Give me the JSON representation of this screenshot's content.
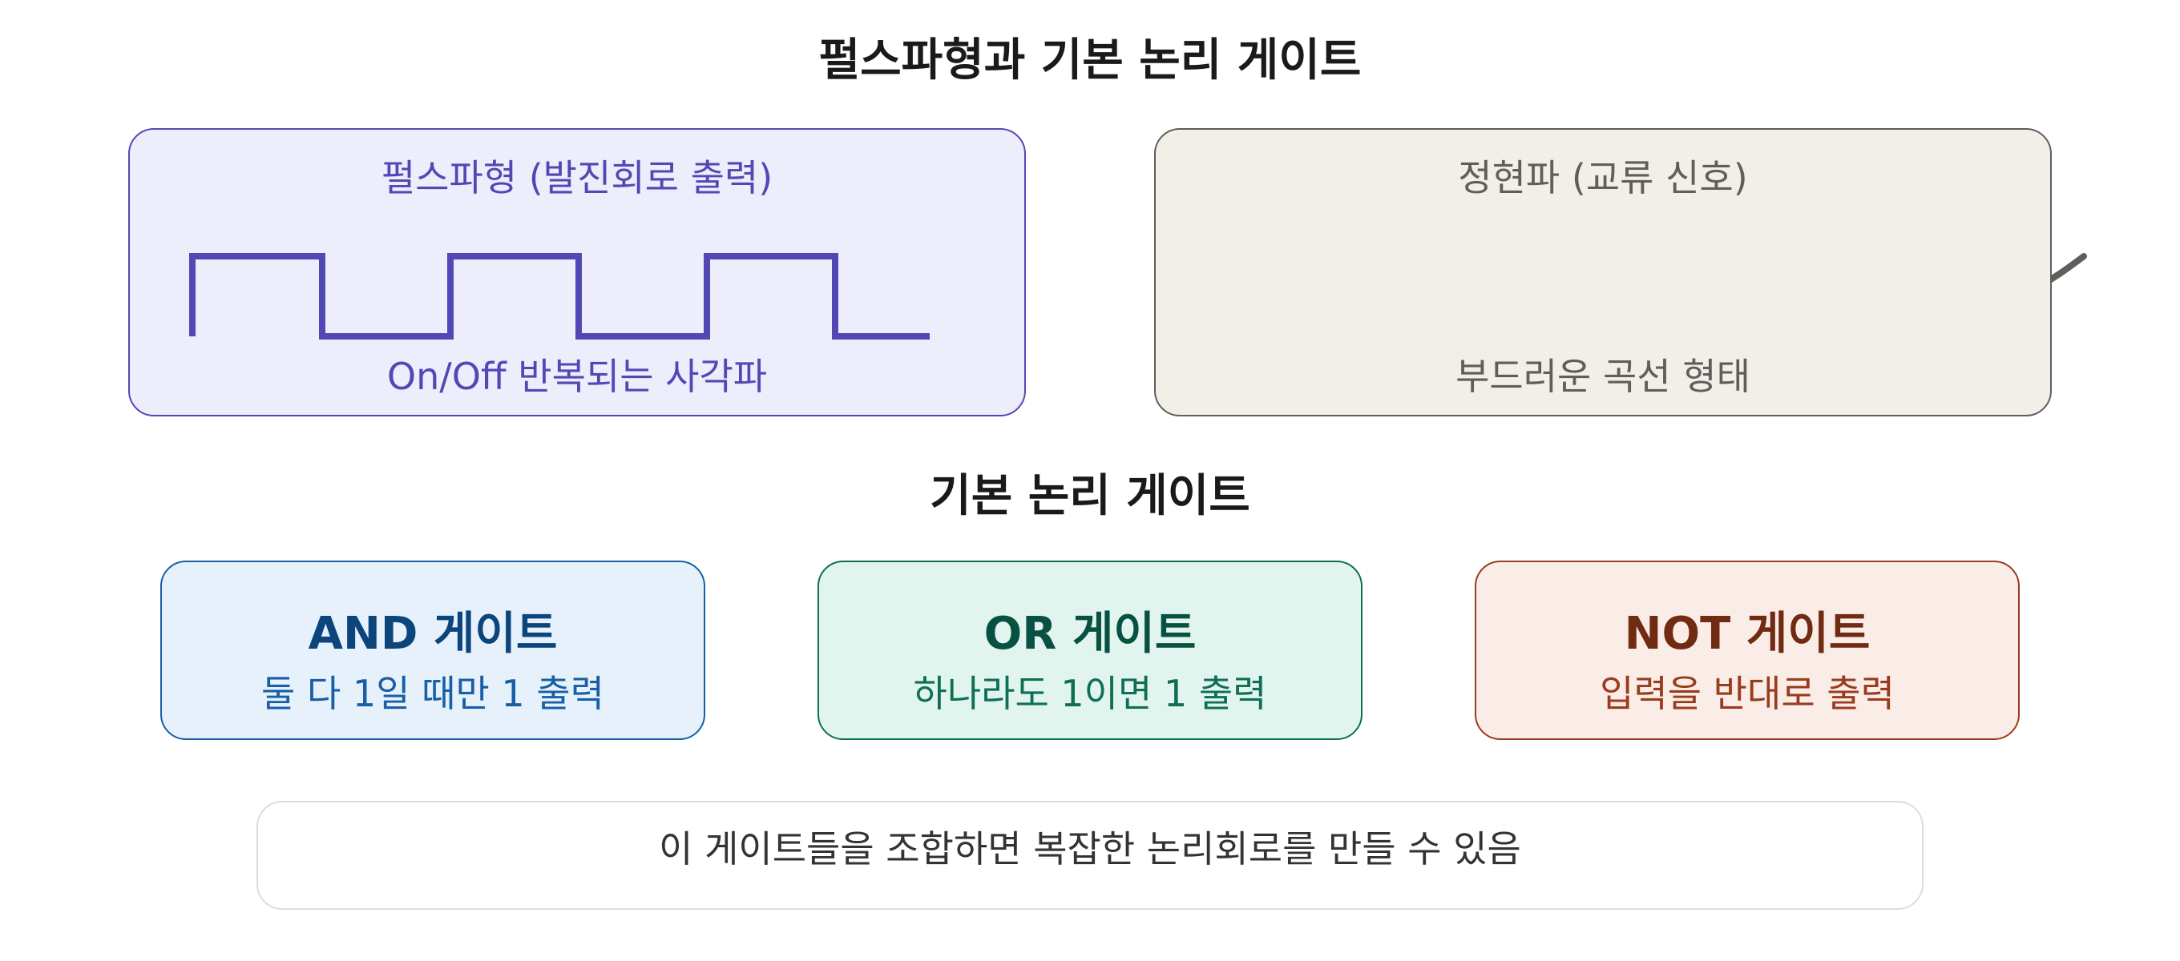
{
  "title": "펄스파형과 기본 논리 게이트",
  "pulse_panel": {
    "heading": "펄스파형 (발진회로 출력)",
    "caption": "On/Off 반복되는 사각파",
    "color": "#5248b5",
    "bg": "#eeedfc"
  },
  "sine_panel": {
    "heading": "정현파 (교류 신호)",
    "caption": "부드러운 곡선 형태",
    "color": "#5f5e5a",
    "bg": "#f1efe8"
  },
  "gates_title": "기본 논리 게이트",
  "gates": [
    {
      "name": "AND 게이트",
      "desc": "둘 다 1일 때만 1 출력",
      "color": "#0c447c",
      "desc_color": "#185fa5",
      "bg": "#e6f1fb",
      "border": "#185fa5"
    },
    {
      "name": "OR 게이트",
      "desc": "하나라도 1이면 1 출력",
      "color": "#085041",
      "desc_color": "#0f6e56",
      "bg": "#e1f5ee",
      "border": "#0f6e56"
    },
    {
      "name": "NOT 게이트",
      "desc": "입력을 반대로 출력",
      "color": "#712b13",
      "desc_color": "#993c1d",
      "bg": "#faece7",
      "border": "#993c1d"
    }
  ],
  "footer": "이 게이트들을 조합하면 복잡한 논리회로를 만들 수 있음"
}
